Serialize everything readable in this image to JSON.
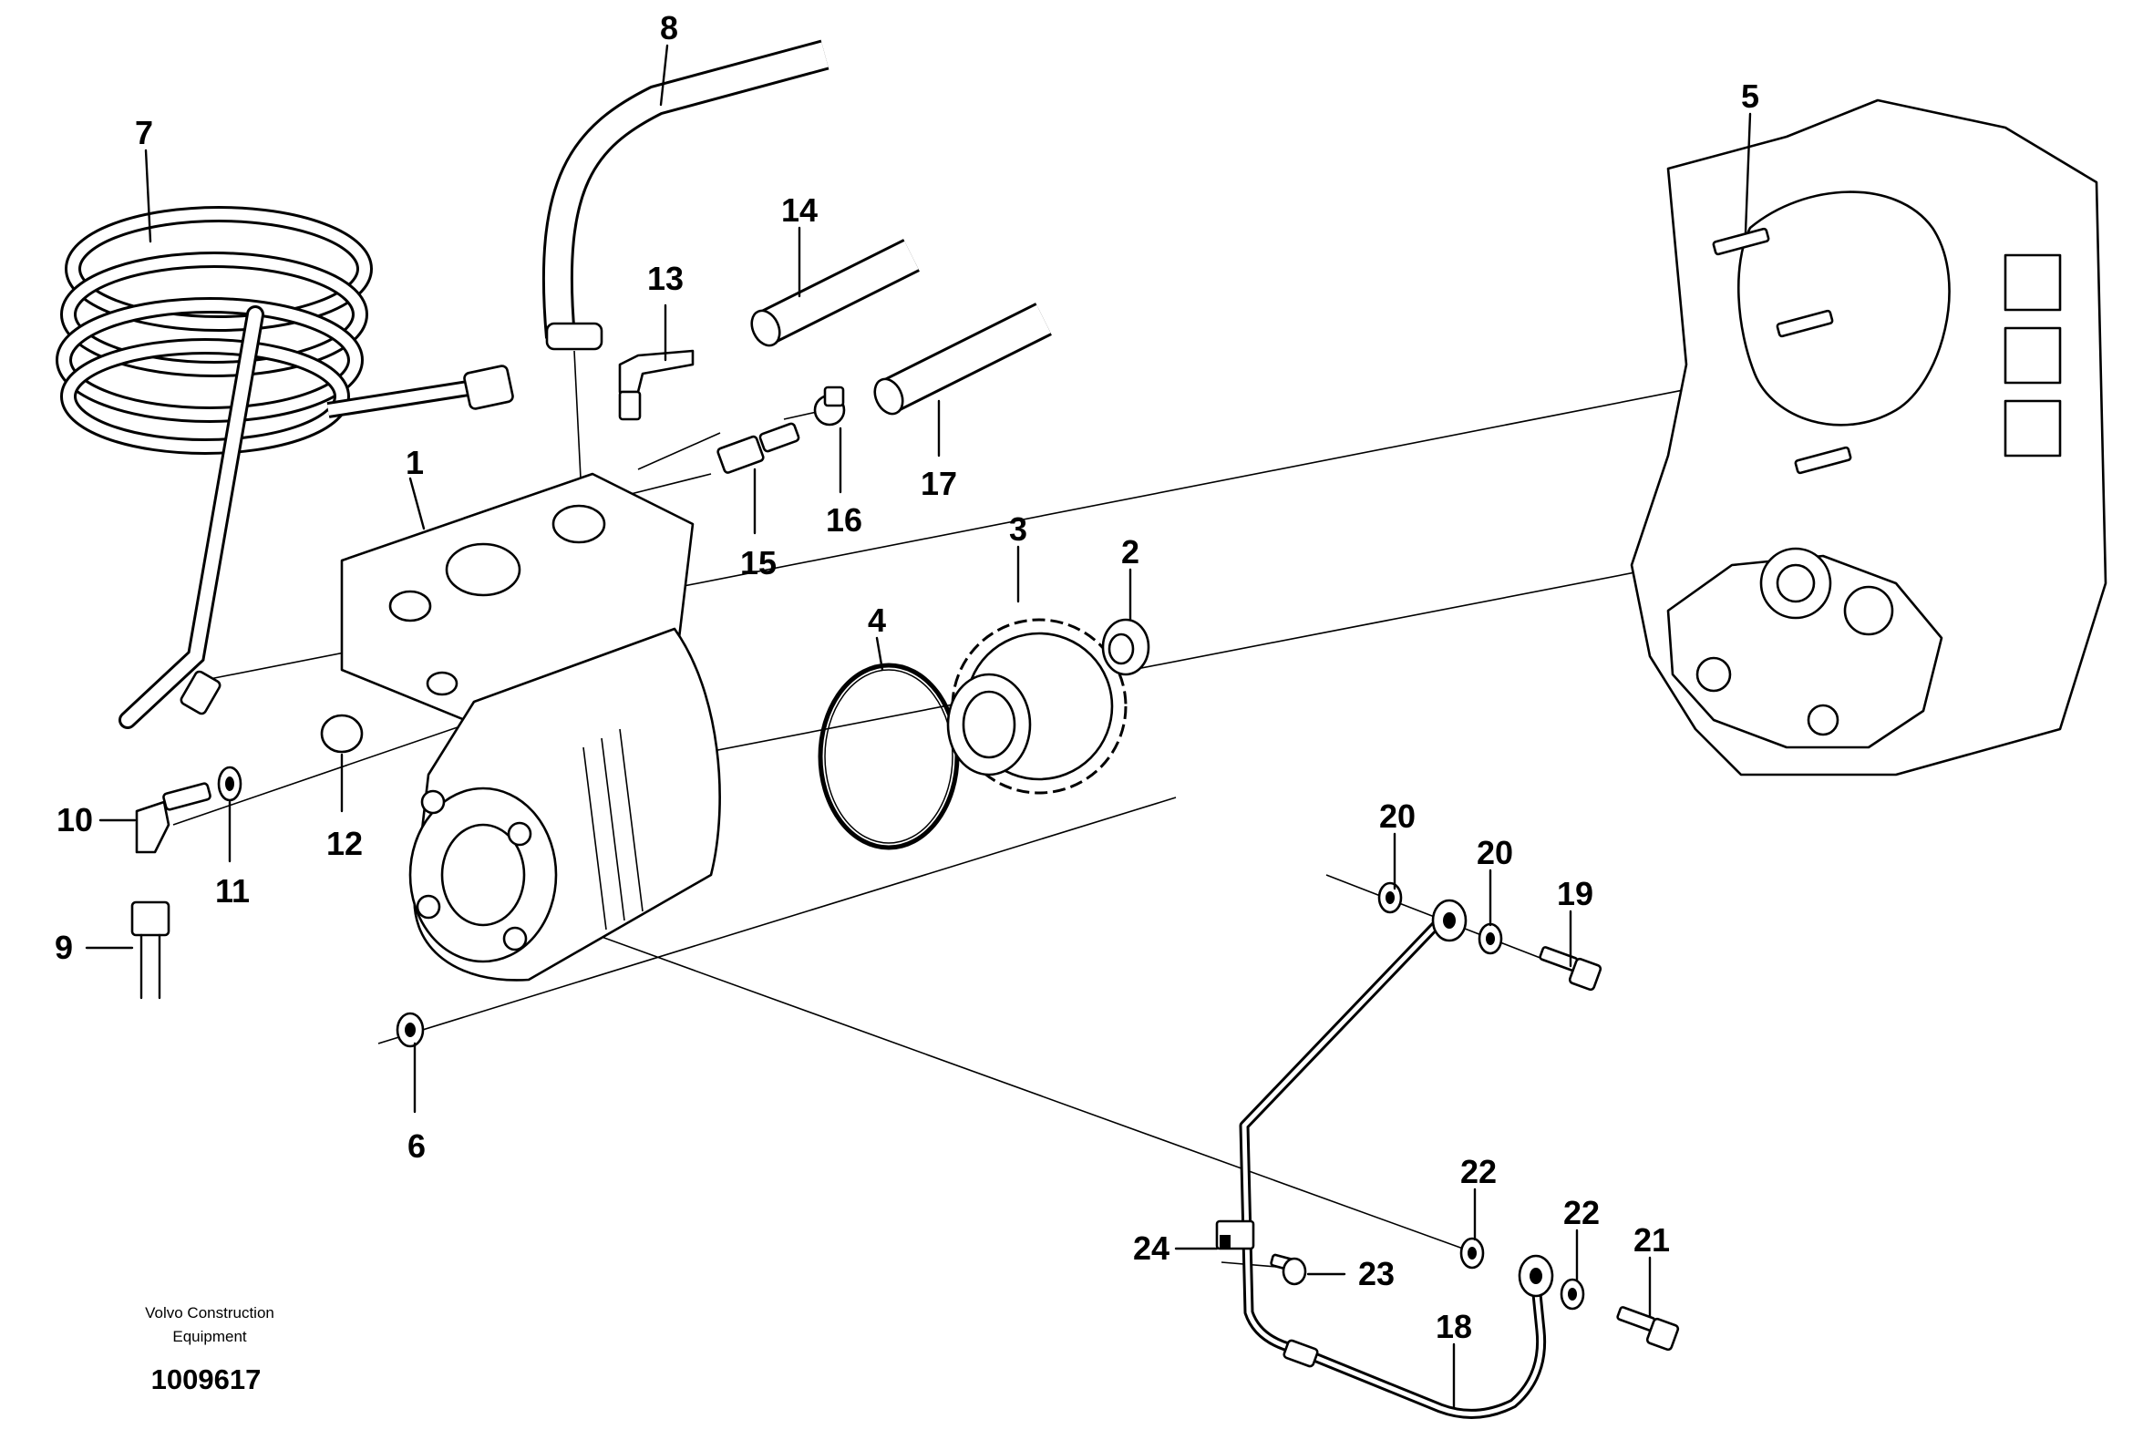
{
  "credit": {
    "line1": "Volvo Construction",
    "line2": "Equipment",
    "code": "1009617"
  },
  "callouts": {
    "c1": "1",
    "c2": "2",
    "c3": "3",
    "c4": "4",
    "c5": "5",
    "c6": "6",
    "c7": "7",
    "c8": "8",
    "c9": "9",
    "c10": "10",
    "c11": "11",
    "c12": "12",
    "c13": "13",
    "c14": "14",
    "c15": "15",
    "c16": "16",
    "c17": "17",
    "c18": "18",
    "c19": "19",
    "c20a": "20",
    "c20b": "20",
    "c21": "21",
    "c22a": "22",
    "c22b": "22",
    "c23": "23",
    "c24": "24"
  }
}
